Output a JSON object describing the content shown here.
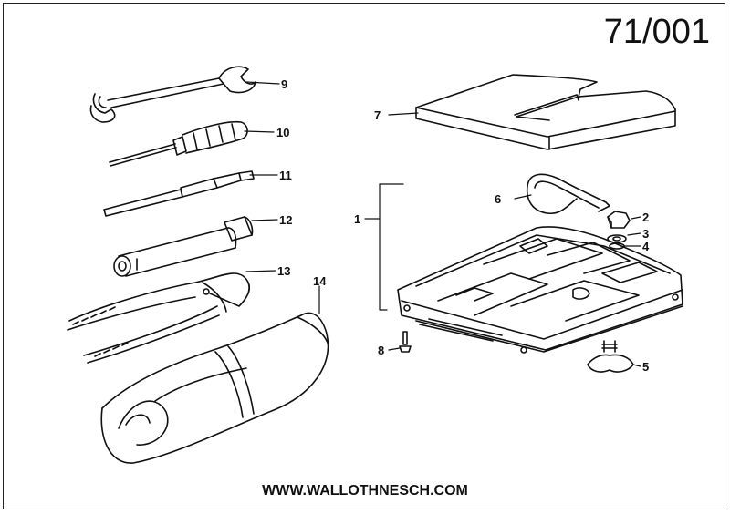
{
  "diagram_number": "71/001",
  "website": "WWW.WALLOTHNESCH.COM",
  "callouts": {
    "c1": "1",
    "c2": "2",
    "c3": "3",
    "c4": "4",
    "c5": "5",
    "c6": "6",
    "c7": "7",
    "c8": "8",
    "c9": "9",
    "c10": "10",
    "c11": "11",
    "c12": "12",
    "c13": "13",
    "c14": "14"
  },
  "colors": {
    "line": "#111111",
    "background": "#ffffff"
  }
}
